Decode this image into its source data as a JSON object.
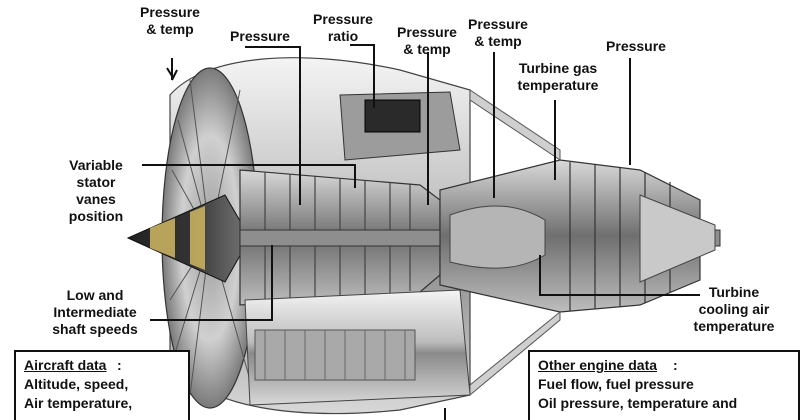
{
  "labels": {
    "pressure_temp_inlet": [
      "Pressure",
      "& temp"
    ],
    "pressure_fan": [
      "Pressure"
    ],
    "pressure_ratio": [
      "Pressure",
      "ratio"
    ],
    "pressure_temp_hp": [
      "Pressure",
      "& temp"
    ],
    "pressure_temp_comb": [
      "Pressure",
      "& temp"
    ],
    "pressure_exhaust": [
      "Pressure"
    ],
    "turbine_gas_temp": [
      "Turbine gas",
      "temperature"
    ],
    "variable_stator": [
      "Variable",
      "stator",
      "vanes",
      "position"
    ],
    "shaft_speeds": [
      "Low and",
      "Intermediate",
      "shaft speeds"
    ],
    "turbine_cooling": [
      "Turbine",
      "cooling air",
      "temperature"
    ]
  },
  "aircraft_box": {
    "heading": "Aircraft data",
    "rows": [
      "Altitude, speed,",
      "Air temperature,"
    ]
  },
  "engine_box": {
    "heading": "Other engine data",
    "rows": [
      "Fuel flow, fuel pressure",
      "Oil pressure, temperature and"
    ]
  },
  "colors": {
    "metal_light": "#e6e6e6",
    "metal_dark": "#555555",
    "spinner_gold": "#c8b060",
    "ink": "#111111"
  }
}
